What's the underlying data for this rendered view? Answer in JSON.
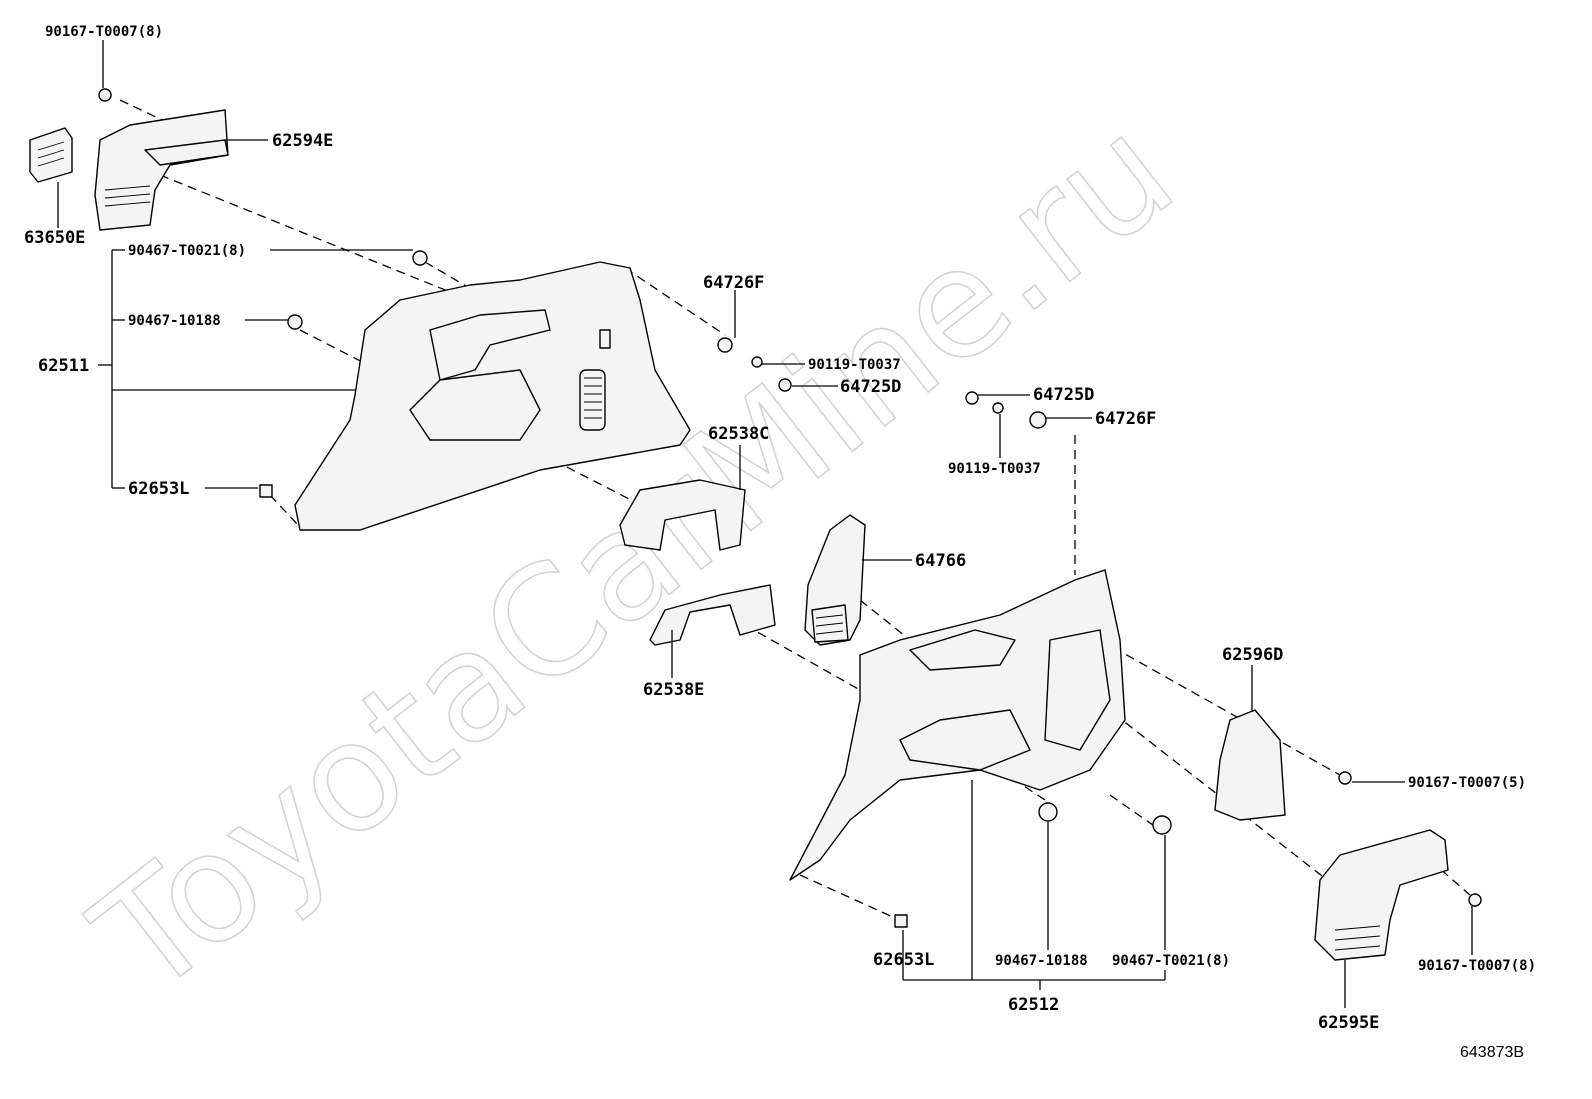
{
  "watermark": "ToyotaCarMine.ru",
  "diagram_id": "643873B",
  "labels": {
    "l_90167_top": "90167-T0007(8)",
    "l_62594E": "62594E",
    "l_63650E": "63650E",
    "l_90467_T0021_left": "90467-T0021(8)",
    "l_90467_10188_left": "90467-10188",
    "l_62511": "62511",
    "l_62653L_left": "62653L",
    "l_64726F_top": "64726F",
    "l_90119_upper": "90119-T0037",
    "l_64725D_left": "64725D",
    "l_64725D_right": "64725D",
    "l_64726F_right": "64726F",
    "l_90119_lower": "90119-T0037",
    "l_62538C": "62538C",
    "l_64766": "64766",
    "l_62538E": "62538E",
    "l_62596D": "62596D",
    "l_90167_5": "90167-T0007(5)",
    "l_90167_right": "90167-T0007(8)",
    "l_62653L_right": "62653L",
    "l_90467_10188_bottom": "90467-10188",
    "l_90467_T0021_bottom": "90467-T0021(8)",
    "l_62512": "62512",
    "l_62595E": "62595E"
  }
}
